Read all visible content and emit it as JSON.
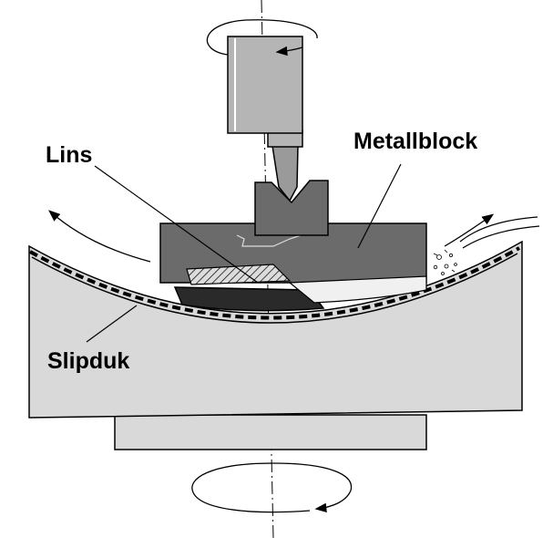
{
  "labels": {
    "lens": "Lins",
    "metal_block": "Metallblock",
    "polishing_cloth": "Slipduk"
  },
  "colors": {
    "body_fill": "#d9d9d9",
    "block_fill": "#6b6b6b",
    "lens_fill": "#b8b8b8",
    "outline": "#000000"
  }
}
